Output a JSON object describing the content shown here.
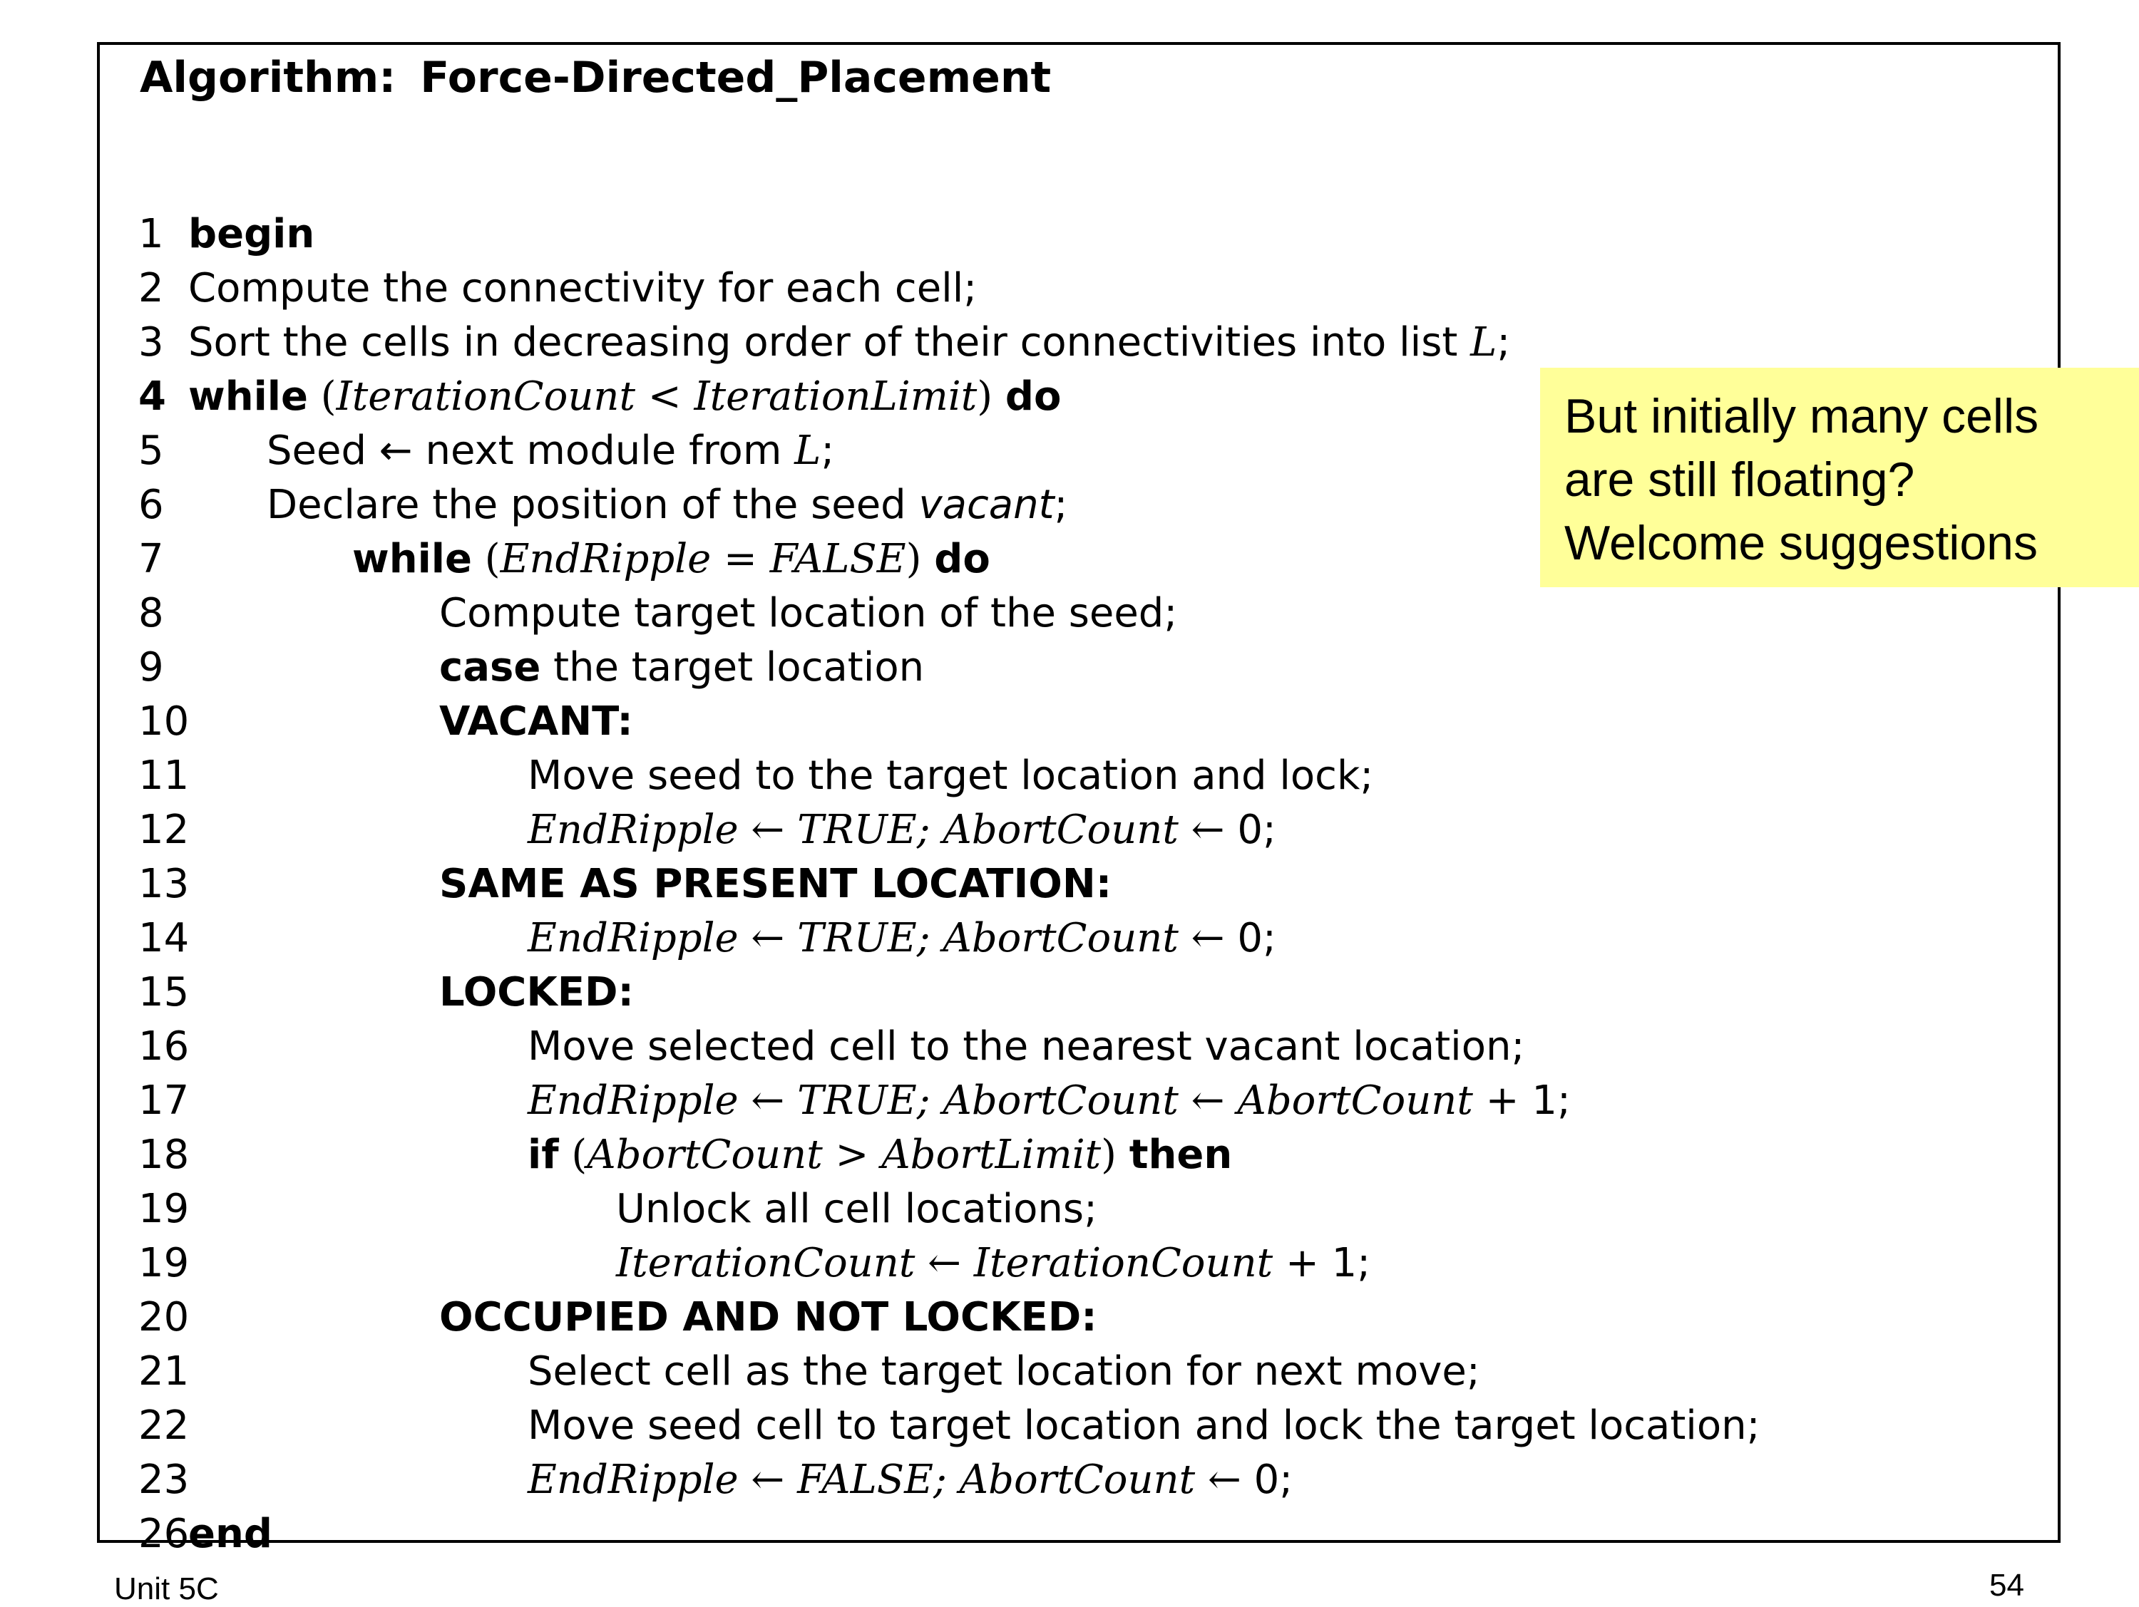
{
  "algorithm": {
    "title_prefix": "Algorithm:",
    "title_name": "Force-Directed_Placement",
    "lines": {
      "l1": {
        "num": "1",
        "kw": "begin"
      },
      "l2": {
        "num": "2",
        "text": "Compute the connectivity for each cell;"
      },
      "l3": {
        "num": "3",
        "text": "Sort the cells in decreasing order of their connectivities into list ",
        "math": "L",
        "tail": ";"
      },
      "l4": {
        "num": "4",
        "kw": "while",
        "open": " (",
        "math": "IterationCount < IterationLimit",
        "close": ") ",
        "kw2": "do"
      },
      "l5": {
        "num": "5",
        "text": "Seed ← next module from ",
        "math": "L",
        "tail": ";"
      },
      "l6": {
        "num": "6",
        "text": "Declare the position of the seed ",
        "em": "vacant",
        "tail": ";"
      },
      "l7": {
        "num": "7",
        "kw": "while",
        "open": " (",
        "math": "EndRipple = FALSE",
        "close": ") ",
        "kw2": "do"
      },
      "l8": {
        "num": "8",
        "text": "Compute target location of the seed;"
      },
      "l9": {
        "num": "9",
        "kw": "case",
        "text": " the target location"
      },
      "l10": {
        "num": "10",
        "kw": "VACANT:"
      },
      "l11": {
        "num": "11",
        "text": "Move seed to the target location and lock;"
      },
      "l12": {
        "num": "12",
        "math": "EndRipple ← TRUE; AbortCount ←",
        "tail": " 0;"
      },
      "l13": {
        "num": "13",
        "kw": "SAME AS PRESENT LOCATION:"
      },
      "l14": {
        "num": "14",
        "math": "EndRipple ← TRUE; AbortCount ←",
        "tail": " 0;"
      },
      "l15": {
        "num": "15",
        "kw": "LOCKED:"
      },
      "l16": {
        "num": "16",
        "text": "Move selected cell to the nearest vacant location;"
      },
      "l17": {
        "num": "17",
        "math": "EndRipple ← TRUE; AbortCount ← AbortCount",
        "tail": " + 1;"
      },
      "l18": {
        "num": "18",
        "kw": "if",
        "open": " (",
        "math": "AbortCount > AbortLimit",
        "close": ") ",
        "kw2": "then"
      },
      "l19a": {
        "num": "19",
        "text": "Unlock all cell locations;"
      },
      "l19b": {
        "num": "19",
        "math": "IterationCount ← IterationCount",
        "tail": " + 1;"
      },
      "l20": {
        "num": "20",
        "kw": "OCCUPIED AND NOT LOCKED:"
      },
      "l21": {
        "num": "21",
        "text": "Select cell as the target location for next move;"
      },
      "l22": {
        "num": "22",
        "text": "Move seed cell to target location and lock the target location;"
      },
      "l23": {
        "num": "23",
        "math": "EndRipple ← FALSE; AbortCount ←",
        "tail": " 0;"
      },
      "l26": {
        "num": "26",
        "kw": "end"
      }
    }
  },
  "callout": {
    "line1": "But initially many cells",
    "line2": "are still floating?",
    "line3": "Welcome suggestions",
    "background": "#ffff99"
  },
  "footer": {
    "left": "Unit 5C",
    "page_number": "54"
  }
}
